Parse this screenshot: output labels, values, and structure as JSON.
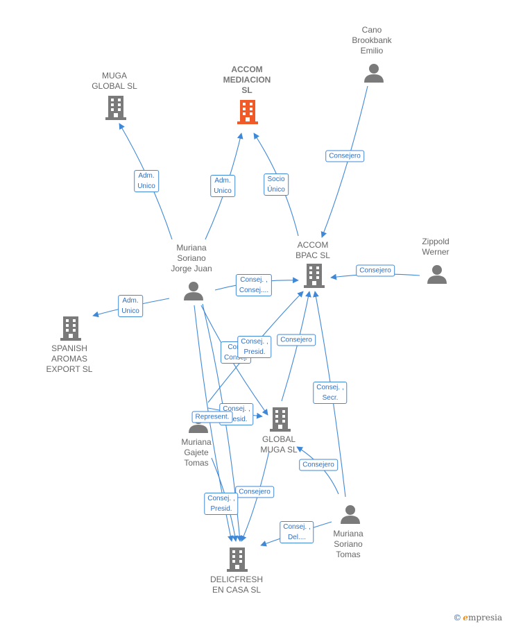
{
  "colors": {
    "edge": "#3f88d8",
    "company": "#7a7a7a",
    "company_focus": "#f05a28",
    "person": "#7a7a7a"
  },
  "nodes": {
    "muga_global": {
      "label": "MUGA\nGLOBAL SL",
      "kind": "company",
      "icon": "building-icon"
    },
    "accom_mediacion": {
      "label": "ACCOM\nMEDIACION\nSL",
      "kind": "company-focus",
      "icon": "building-icon"
    },
    "cano": {
      "label": "Cano\nBrookbank\nEmilio",
      "kind": "person",
      "icon": "person-icon"
    },
    "muriana_jorge": {
      "label": "Muriana\nSoriano\nJorge Juan",
      "kind": "person",
      "icon": "person-icon"
    },
    "accom_bpac": {
      "label": "ACCOM\nBPAC  SL",
      "kind": "company",
      "icon": "building-icon"
    },
    "zippold": {
      "label": "Zippold\nWerner",
      "kind": "person",
      "icon": "person-icon"
    },
    "spanish_aromas": {
      "label": "SPANISH\nAROMAS\nEXPORT  SL",
      "kind": "company",
      "icon": "building-icon"
    },
    "muriana_gajete": {
      "label": "Muriana\nGajete\nTomas",
      "kind": "person",
      "icon": "person-icon"
    },
    "global_muga": {
      "label": "GLOBAL\nMUGA  SL",
      "kind": "company",
      "icon": "building-icon"
    },
    "muriana_tomas": {
      "label": "Muriana\nSoriano\nTomas",
      "kind": "person",
      "icon": "person-icon"
    },
    "delicfresh": {
      "label": "DELICFRESH\nEN CASA  SL",
      "kind": "company",
      "icon": "building-icon"
    }
  },
  "edge_labels": {
    "adm_unico_1": "Adm.\nUnico",
    "adm_unico_2": "Adm.\nUnico",
    "socio_unico": "Socio\nÚnico",
    "consejero_cano": "Consejero",
    "consejero_zippold": "Consejero",
    "consej_consej_1": "Consej. ,\nConsej....",
    "adm_unico_3": "Adm.\nUnico",
    "consej_consej_2": "Cons\nConsej.",
    "consej_presid_1": "Consej. ,\nPresid.",
    "consejero_gm_bpac": "Consejero",
    "consej_secr": "Consej. ,\nSecr.",
    "consej_presid_2": "Consej. ,\nPresid.",
    "represent": "Represent.",
    "consejero_tomas_gm": "Consejero",
    "consejero_gm_del": "Consejero",
    "consej_presid_3": "Consej. ,\nPresid.",
    "consej_del": "Consej. ,\nDel...."
  },
  "brand": {
    "symbol": "©",
    "initial": "e",
    "rest": "mpresia"
  }
}
